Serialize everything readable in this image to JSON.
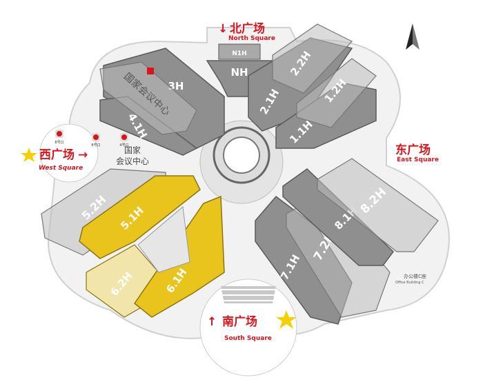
{
  "colors": {
    "accent": "#d9141b",
    "hall": "#8f8f8f",
    "highlight": "#e8c41c",
    "star": "#f5d000"
  },
  "compass": {
    "icon": "north-arrow-icon"
  },
  "squares": {
    "north": {
      "cn": "北广场",
      "en": "North Square",
      "arrow": "↓"
    },
    "east": {
      "cn": "东广场",
      "en": "East Square"
    },
    "south": {
      "cn": "南广场",
      "en": "South Square",
      "arrow": "↑"
    },
    "west": {
      "cn": "西广场",
      "en": "West Square",
      "arrow": "→"
    }
  },
  "halls": {
    "n1h": "N1H",
    "nh": "NH",
    "h3": "3H",
    "h41": "4.1H",
    "h51": "5.1H",
    "h52": "5.2H",
    "h61": "6.1H",
    "h62": "6.2H",
    "h71": "7.1H",
    "h72": "7.2H",
    "h81": "8.1H",
    "h82": "8.2H",
    "h11": "1.1H",
    "h12": "1.2H",
    "h21": "2.1H",
    "h22": "2.2H"
  },
  "labels": {
    "ncc_cn_1": "国家",
    "ncc_cn_2": "会议中心",
    "ncc_building": "国家会议中心",
    "metro_1": "8号口",
    "metro_2": "8号口",
    "metro_3": "4号口",
    "office_cn": "办公楼C座",
    "office_en": "Office Building C"
  }
}
